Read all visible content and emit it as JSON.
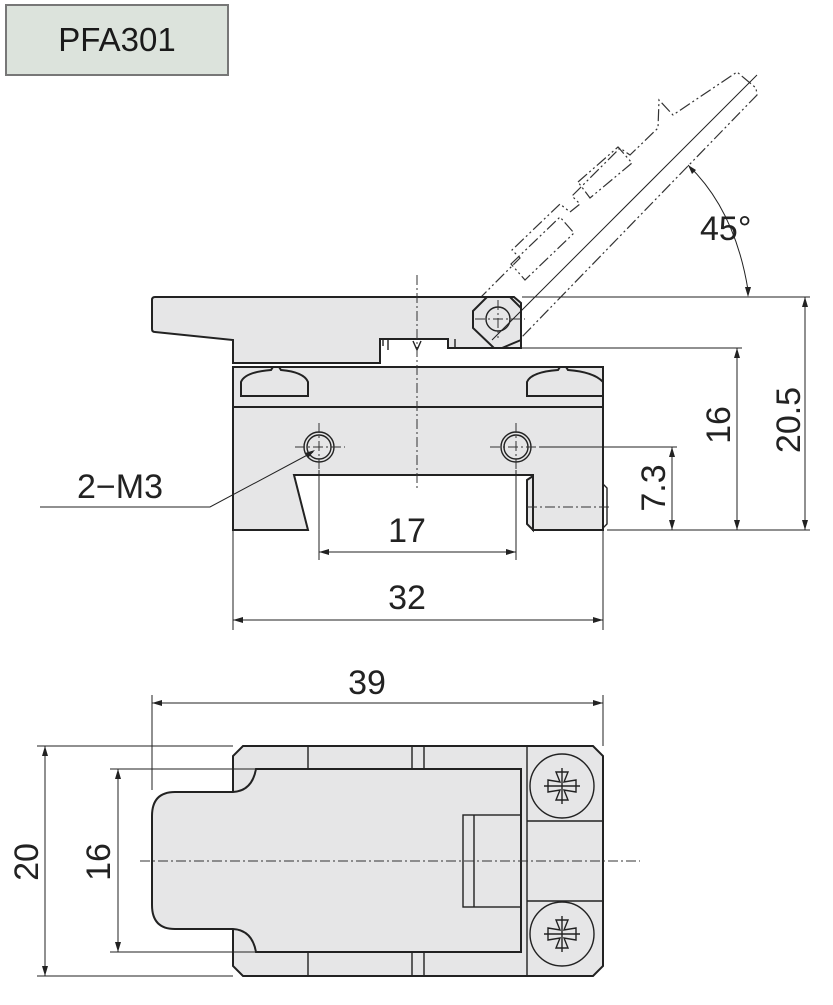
{
  "title": "PFA301",
  "colors": {
    "part_fill": "#e6e6e7",
    "title_fill": "#dce3dc",
    "line": "#222222"
  },
  "front_view": {
    "angle_label": "45°",
    "height_total": "20.5",
    "height_lever": "16",
    "hole_height": "7.3",
    "hole_spec": "2−M3",
    "hole_pitch": "17",
    "body_width": "32"
  },
  "top_view": {
    "overall_length": "39",
    "overall_width": "20",
    "lever_width": "16"
  }
}
